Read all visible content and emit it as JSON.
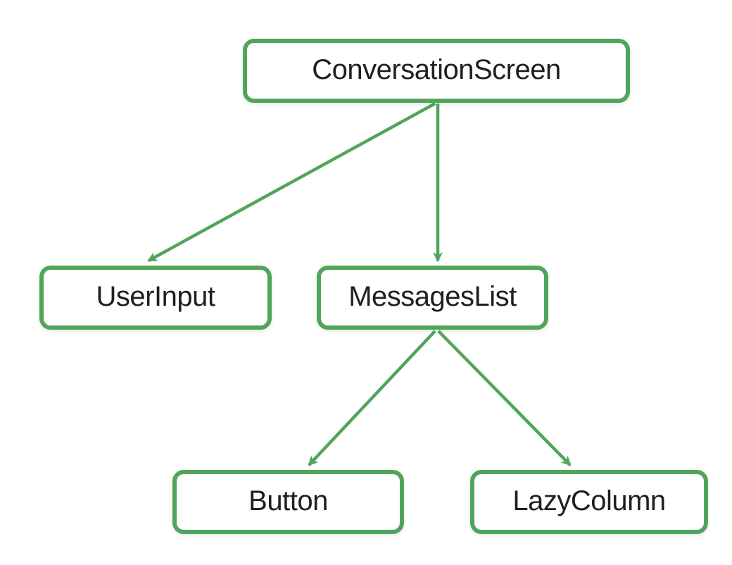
{
  "diagram": {
    "accent_color": "#50a55a",
    "text_color": "#1f1f1f",
    "background_color": "#ffffff",
    "nodes": [
      {
        "id": "conversation-screen",
        "label": "ConversationScreen"
      },
      {
        "id": "user-input",
        "label": "UserInput"
      },
      {
        "id": "messages-list",
        "label": "MessagesList"
      },
      {
        "id": "button",
        "label": "Button"
      },
      {
        "id": "lazy-column",
        "label": "LazyColumn"
      }
    ],
    "edges": [
      {
        "from": "ConversationScreen",
        "to": "UserInput"
      },
      {
        "from": "ConversationScreen",
        "to": "MessagesList"
      },
      {
        "from": "MessagesList",
        "to": "Button"
      },
      {
        "from": "MessagesList",
        "to": "LazyColumn"
      }
    ]
  }
}
